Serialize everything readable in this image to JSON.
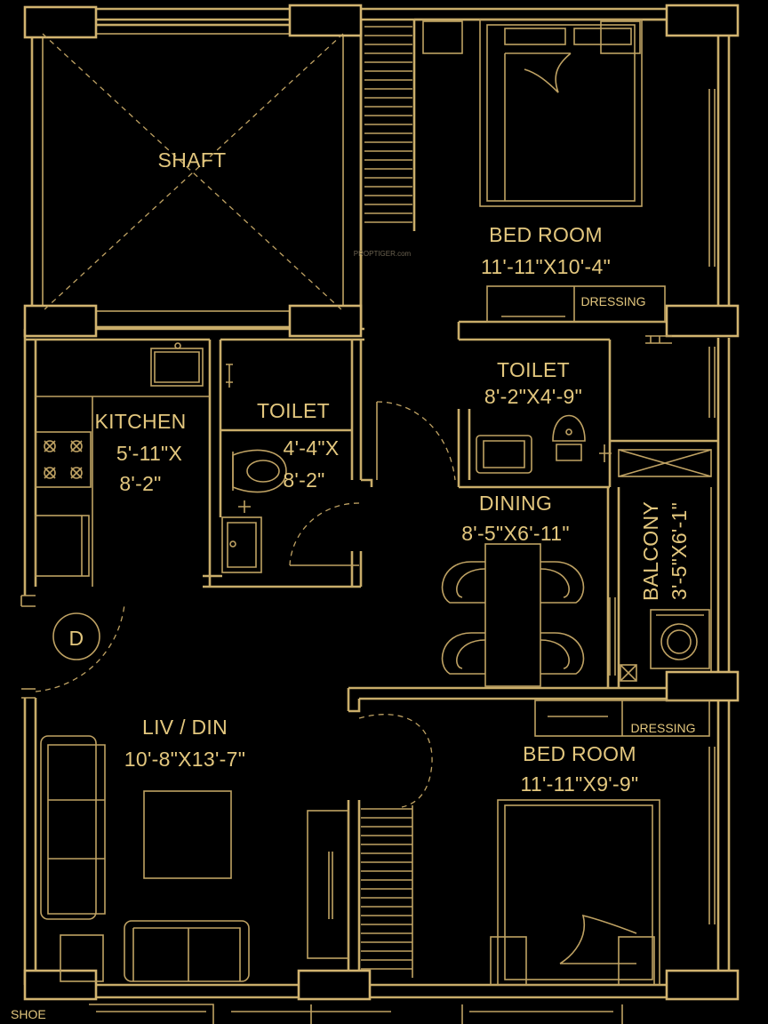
{
  "watermark": "PROPTIGER.com",
  "rooms": {
    "shaft": {
      "name": "SHAFT"
    },
    "bedroom_top": {
      "name": "BED ROOM",
      "size": "11'-11\"X10'-4\""
    },
    "dressing_top": {
      "name": "DRESSING"
    },
    "toilet_bed": {
      "name": "TOILET",
      "size": "8'-2\"X4'-9\""
    },
    "kitchen": {
      "name": "KITCHEN",
      "size_line1": "5'-11\"X",
      "size_line2": "8'-2\""
    },
    "toilet_common": {
      "name": "TOILET",
      "size_line1": "4'-4\"X",
      "size_line2": "8'-2\""
    },
    "dining": {
      "name": "DINING",
      "size": "8'-5\"X6'-11\""
    },
    "balcony": {
      "name": "BALCONY",
      "size": "3'-5\"X6'-1\""
    },
    "entrance": {
      "symbol": "D"
    },
    "liv_din": {
      "name": "LIV / DIN",
      "size": "10'-8\"X13'-7\""
    },
    "dressing_bottom": {
      "name": "DRESSING"
    },
    "bedroom_bottom": {
      "name": "BED ROOM",
      "size": "11'-11\"X9'-9\""
    },
    "shoe": {
      "name": "SHOE"
    }
  }
}
